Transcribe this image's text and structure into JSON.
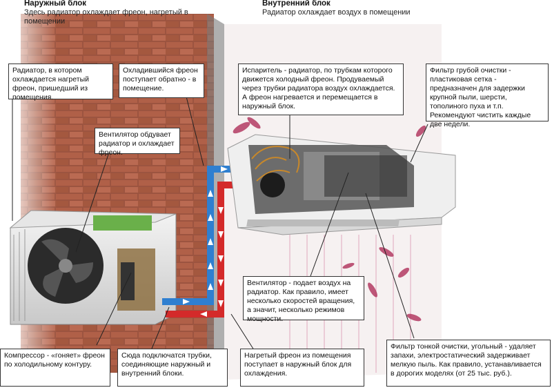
{
  "outdoor": {
    "title": "Наружный блок",
    "subtitle": "Здесь радиатор охлаждает фреон, нагретый в помещении"
  },
  "indoor": {
    "title": "Внутренний блок",
    "subtitle": "Радиатор охлаждает воздух в помещении"
  },
  "callouts": {
    "radiator": "Радиатор, в котором охлаждается нагретый фреон, пришедший из помещения.",
    "cooled_freon": "Охладившийся фреон поступает обратно - в помещение.",
    "outdoor_fan": "Вентилятор обдувает радиатор и охлаждает фреон.",
    "evaporator": "Испаритель - радиатор, по трубкам которого движется холодный фреон. Продуваемый через трубки радиатора воздух охлаждается. А фреон нагревается и перемещается в наружный блок.",
    "coarse_filter": "Фильтр грубой очистки - пластиковая сетка - предназначен для задержки крупной пыли, шерсти, тополиного пуха и т.п. Рекомендуют чистить каждые две недели.",
    "indoor_fan": "Вентилятор - подает воздух на радиатор. Как правило, имеет несколько скоростей вращения, а значит, несколько режимов мощности.",
    "compressor": "Компрессор - «гоняет» фреон по холодильному контуру.",
    "pipes": "Сюда подключатся трубки, соединяющие наружный и внутренний блоки.",
    "heated_freon": "Нагретый фреон из помещения поступает в наружный блок для охлаждения.",
    "fine_filter": "Фильтр тонкой очистки, угольный - удаляет запахи, электростатический задерживает мелкую пыль. Как правило, устанавливается в дорогих моделях (от 25 тыс. руб.)."
  },
  "colors": {
    "brick": "#a0553e",
    "pipe_blue": "#2f7fd0",
    "pipe_red": "#d42a2a",
    "leaf": "#b0305a"
  }
}
